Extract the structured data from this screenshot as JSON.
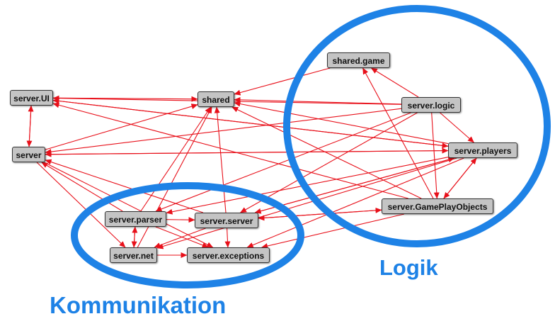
{
  "colors": {
    "edge": "#e8101a",
    "group_ring": "#1e82e6",
    "node_fill": "#c4c4c4"
  },
  "nodes": {
    "shared_game": "shared.game",
    "server_logic": "server.logic",
    "server_ui": "server.UI",
    "shared": "shared",
    "server": "server",
    "server_players": "server.players",
    "server_gameplayobjects": "server.GamePlayObjects",
    "server_parser": "server.parser",
    "server_server": "server.server",
    "server_net": "server.net",
    "server_exceptions": "server.exceptions"
  },
  "groups": {
    "logik": "Logik",
    "kommunikation": "Kommunikation"
  },
  "edges": [
    [
      "server_ui",
      "server"
    ],
    [
      "server",
      "server_ui"
    ],
    [
      "server_ui",
      "shared"
    ],
    [
      "server_ui",
      "server_players"
    ],
    [
      "server_players",
      "server_ui"
    ],
    [
      "server_logic",
      "server_ui"
    ],
    [
      "server_gameplayobjects",
      "server_ui"
    ],
    [
      "server",
      "shared"
    ],
    [
      "server",
      "server_players"
    ],
    [
      "server",
      "server_net"
    ],
    [
      "server",
      "server_exceptions"
    ],
    [
      "server_logic",
      "server"
    ],
    [
      "server_players",
      "server"
    ],
    [
      "server_parser",
      "server"
    ],
    [
      "server_server",
      "server"
    ],
    [
      "server_logic",
      "shared_game"
    ],
    [
      "server_gameplayobjects",
      "shared_game"
    ],
    [
      "server_logic",
      "shared"
    ],
    [
      "server_players",
      "shared"
    ],
    [
      "server_gameplayobjects",
      "shared"
    ],
    [
      "shared_game",
      "shared"
    ],
    [
      "server_parser",
      "shared"
    ],
    [
      "server_net",
      "shared"
    ],
    [
      "server_server",
      "shared"
    ],
    [
      "server_logic",
      "server_players"
    ],
    [
      "server_logic",
      "server_gameplayobjects"
    ],
    [
      "server_players",
      "server_gameplayobjects"
    ],
    [
      "server_gameplayobjects",
      "server_players"
    ],
    [
      "server_logic",
      "server_server"
    ],
    [
      "server_logic",
      "server_parser"
    ],
    [
      "server_players",
      "server_server"
    ],
    [
      "server_server",
      "server_players"
    ],
    [
      "server_players",
      "server_parser"
    ],
    [
      "server_players",
      "server_net"
    ],
    [
      "server_players",
      "server_exceptions"
    ],
    [
      "server_gameplayobjects",
      "server_exceptions"
    ],
    [
      "server_gameplayobjects",
      "server_server"
    ],
    [
      "server_server",
      "server_gameplayobjects"
    ],
    [
      "server_parser",
      "server_server"
    ],
    [
      "server_parser",
      "server_net"
    ],
    [
      "server_net",
      "server_parser"
    ],
    [
      "server_parser",
      "server_exceptions"
    ],
    [
      "server_server",
      "server_net"
    ],
    [
      "server_server",
      "server_exceptions"
    ],
    [
      "server_net",
      "server_exceptions"
    ]
  ]
}
